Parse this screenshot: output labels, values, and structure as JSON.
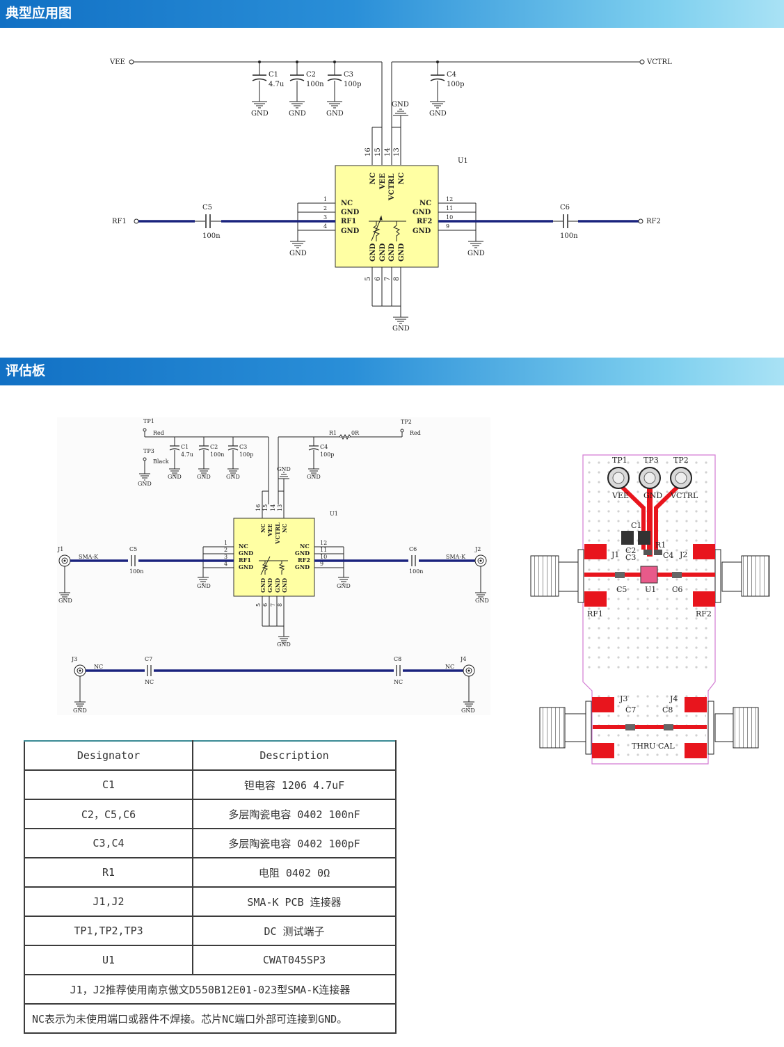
{
  "sections": {
    "typical_app": "典型应用图",
    "eval_board": "评估板"
  },
  "schematic1": {
    "nets": {
      "vee": "VEE",
      "vctrl": "VCTRL",
      "rf1": "RF1",
      "rf2": "RF2",
      "gnd": "GND"
    },
    "caps": {
      "c1": {
        "ref": "C1",
        "val": "4.7u"
      },
      "c2": {
        "ref": "C2",
        "val": "100n"
      },
      "c3": {
        "ref": "C3",
        "val": "100p"
      },
      "c4": {
        "ref": "C4",
        "val": "100p"
      },
      "c5": {
        "ref": "C5",
        "val": "100n"
      },
      "c6": {
        "ref": "C6",
        "val": "100n"
      }
    },
    "u1": "U1",
    "top_pins": [
      "16",
      "15",
      "14",
      "13"
    ],
    "top_names": [
      "NC",
      "VEE",
      "VCTRL",
      "NC"
    ],
    "left_pins": [
      "1",
      "2",
      "3",
      "4"
    ],
    "left_names": [
      "NC",
      "GND",
      "RF1",
      "GND"
    ],
    "right_pins": [
      "12",
      "11",
      "10",
      "9"
    ],
    "right_names": [
      "NC",
      "GND",
      "RF2",
      "GND"
    ],
    "bottom_pins": [
      "5",
      "6",
      "7",
      "8"
    ],
    "bottom_names": [
      "GND",
      "GND",
      "GND",
      "GND"
    ]
  },
  "schematic2": {
    "tp1": "TP1",
    "tp2": "TP2",
    "tp3": "TP3",
    "red": "Red",
    "black": "Black",
    "r1": "R1",
    "r1_val": "0R",
    "j1": "J1",
    "j2": "J2",
    "j3": "J3",
    "j4": "J4",
    "sma": "SMA-K",
    "c7": "C7",
    "c8": "C8",
    "nc": "NC"
  },
  "pcb": {
    "labels": [
      "TP1",
      "TP3",
      "TP2",
      "VEE",
      "GND",
      "VCTRL",
      "C1",
      "R1",
      "C2",
      "C3",
      "C4",
      "J1",
      "J2",
      "C5",
      "U1",
      "C6",
      "RF1",
      "RF2",
      "J3",
      "J4",
      "C7",
      "C8",
      "THRU CAL"
    ]
  },
  "bom": {
    "headers": [
      "Designator",
      "Description"
    ],
    "rows": [
      [
        "C1",
        "钽电容 1206 4.7uF"
      ],
      [
        "C2，C5,C6",
        "多层陶瓷电容 0402 100nF"
      ],
      [
        "C3,C4",
        "多层陶瓷电容 0402 100pF"
      ],
      [
        "R1",
        "电阻 0402 0Ω"
      ],
      [
        "J1,J2",
        "SMA-K PCB 连接器"
      ],
      [
        "TP1,TP2,TP3",
        "DC 测试端子"
      ],
      [
        "U1",
        "CWAT045SP3"
      ]
    ],
    "note1": "J1，J2推荐使用南京傲文D550B12E01-023型SMA-K连接器",
    "note2": "NC表示为未使用端口或器件不焊接。芯片NC端口外部可连接到GND。"
  }
}
